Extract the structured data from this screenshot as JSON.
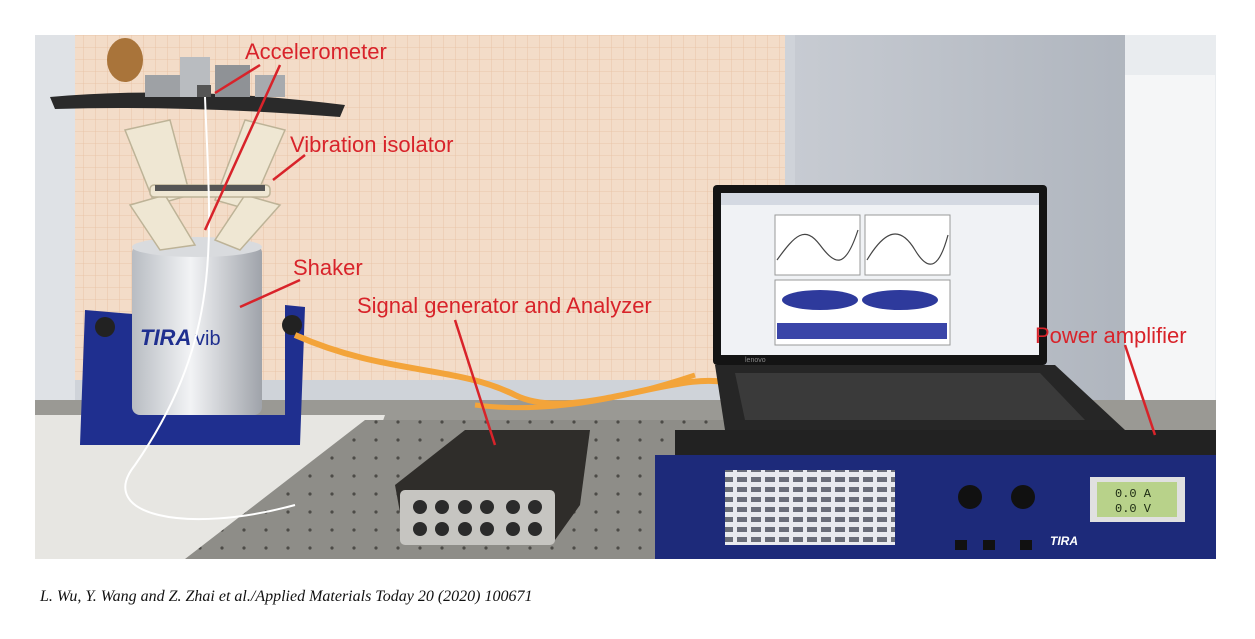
{
  "figure": {
    "labels": {
      "accelerometer": "Accelerometer",
      "vibration_isolator": "Vibration isolator",
      "shaker": "Shaker",
      "signal_generator": "Signal generator and Analyzer",
      "power_amplifier": "Power amplifier"
    },
    "shaker_brand": "TIRA",
    "shaker_model": "vib",
    "amplifier_brand": "TIRA",
    "amplifier_display": [
      "0.0 A",
      "0.0 V"
    ],
    "laptop_brand": "lenovo"
  },
  "caption": "L. Wu, Y. Wang and Z. Zhai et al./Applied Materials Today 20 (2020) 100671",
  "colors": {
    "label_red": "#d8232a",
    "grid_paper": "#f1d9c4",
    "shaker_blue": "#1f2f8f",
    "amplifier_blue": "#1d2a7a"
  }
}
